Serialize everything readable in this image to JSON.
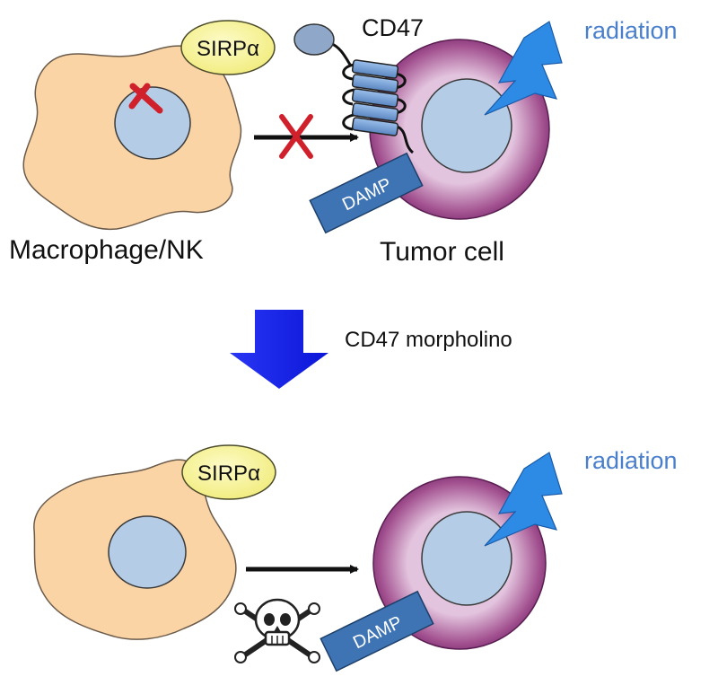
{
  "labels": {
    "sirp_top": "SIRPα",
    "cd47": "CD47",
    "radiation_top": "radiation",
    "damp_top": "DAMP",
    "macrophage": "Macrophage/NK",
    "tumor": "Tumor cell",
    "treatment": "CD47 morpholino",
    "sirp_bottom": "SIRPα",
    "radiation_bottom": "radiation",
    "damp_bottom": "DAMP"
  },
  "colors": {
    "macrophage_fill": "#FBD4A6",
    "nucleus_fill": "#B4CCE6",
    "tumor_fill": "#8C3A7C",
    "sirp_fill": "#F7F38C",
    "cd47_blue": "#6F9BD0",
    "damp_fill": "#3E74B3",
    "lightning": "#2D8BE5",
    "arrow_down": "#1122EE",
    "inhibit_red": "#D0202B",
    "radiation_text": "#4A7FCC"
  },
  "icons": {
    "inhibition": "inhibition-t-icon",
    "blocked": "red-x-icon",
    "death": "skull-crossbones-icon",
    "radiation": "lightning-bolt-icon"
  }
}
